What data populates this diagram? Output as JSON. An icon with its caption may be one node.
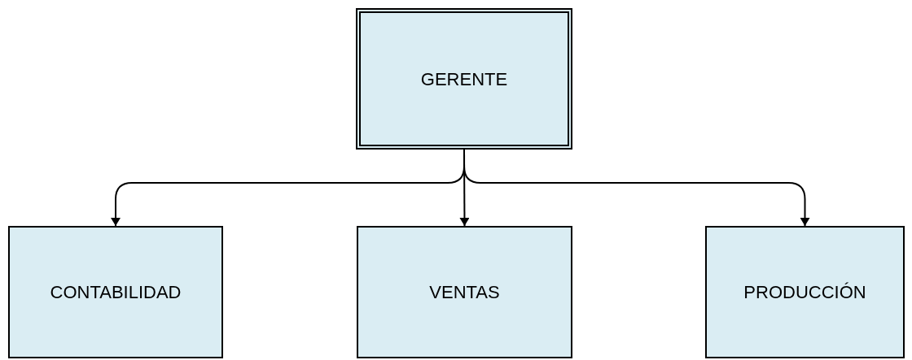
{
  "diagram": {
    "nodes": [
      {
        "text": [
          "GERENTE"
        ]
      },
      {
        "text": [
          "CONTABILIDAD"
        ]
      },
      {
        "text": [
          "VENTAS"
        ]
      },
      {
        "text": [
          "PRODUCCIÓN"
        ]
      }
    ],
    "edges": [
      {
        "from": 0,
        "to": 1,
        "arrow": "to"
      },
      {
        "from": 0,
        "to": 2,
        "arrow": "to"
      },
      {
        "from": 0,
        "to": 3,
        "arrow": "to"
      }
    ]
  }
}
